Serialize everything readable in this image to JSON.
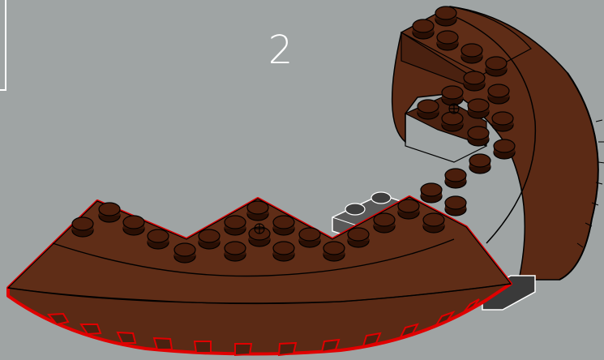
{
  "instruction": {
    "step_number": "2"
  },
  "colors": {
    "background": "#9fa4a4",
    "brick": "#5b2a15",
    "brick_dark": "#3f1a0b",
    "brick_light": "#6e3519",
    "highlight_outline": "#e00000",
    "grey_part": "#5a5a5a",
    "text": "#ffffff"
  },
  "parts": [
    {
      "name": "dark-brown-curved-wedge-plate",
      "role": "new-part-highlighted"
    },
    {
      "name": "dark-brown-curved-wedge-plate",
      "role": "existing-part"
    },
    {
      "name": "dark-bluish-gray-plate",
      "role": "existing-part"
    }
  ]
}
